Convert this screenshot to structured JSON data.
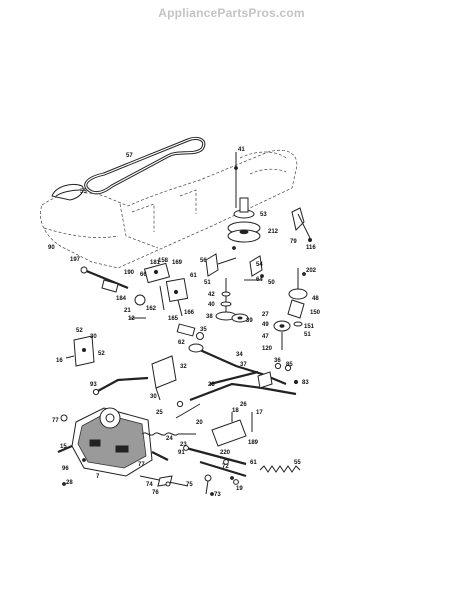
{
  "watermark": "AppliancePartsPros.com",
  "callouts": [
    {
      "id": "c57",
      "text": "57"
    },
    {
      "id": "c41",
      "text": "41"
    },
    {
      "id": "c55",
      "text": "55"
    },
    {
      "id": "c90",
      "text": "90"
    },
    {
      "id": "c53",
      "text": "53"
    },
    {
      "id": "c79",
      "text": "79"
    },
    {
      "id": "c212",
      "text": "212"
    },
    {
      "id": "c116",
      "text": "116"
    },
    {
      "id": "c197",
      "text": "197"
    },
    {
      "id": "c169",
      "text": "169"
    },
    {
      "id": "c181",
      "text": "181"
    },
    {
      "id": "c190",
      "text": "190"
    },
    {
      "id": "c66",
      "text": "66"
    },
    {
      "id": "c158",
      "text": "158"
    },
    {
      "id": "c56",
      "text": "56"
    },
    {
      "id": "c61",
      "text": "61"
    },
    {
      "id": "c54",
      "text": "54"
    },
    {
      "id": "c64",
      "text": "64"
    },
    {
      "id": "c202",
      "text": "202"
    },
    {
      "id": "c51a",
      "text": "51"
    },
    {
      "id": "c50",
      "text": "50"
    },
    {
      "id": "c184",
      "text": "184"
    },
    {
      "id": "c21",
      "text": "21"
    },
    {
      "id": "c162",
      "text": "162"
    },
    {
      "id": "c165",
      "text": "165"
    },
    {
      "id": "c166",
      "text": "166"
    },
    {
      "id": "c42",
      "text": "42"
    },
    {
      "id": "c40",
      "text": "40"
    },
    {
      "id": "c38",
      "text": "38"
    },
    {
      "id": "c39",
      "text": "39"
    },
    {
      "id": "c48",
      "text": "48"
    },
    {
      "id": "c150",
      "text": "150"
    },
    {
      "id": "c27",
      "text": "27"
    },
    {
      "id": "c151",
      "text": "151"
    },
    {
      "id": "c51b",
      "text": "51"
    },
    {
      "id": "c49",
      "text": "49"
    },
    {
      "id": "c47",
      "text": "47"
    },
    {
      "id": "c120",
      "text": "120"
    },
    {
      "id": "c12",
      "text": "12"
    },
    {
      "id": "c52a",
      "text": "52"
    },
    {
      "id": "c30a",
      "text": "30"
    },
    {
      "id": "c52b",
      "text": "52"
    },
    {
      "id": "c16",
      "text": "16"
    },
    {
      "id": "c35",
      "text": "35"
    },
    {
      "id": "c62",
      "text": "62"
    },
    {
      "id": "c34",
      "text": "34"
    },
    {
      "id": "c37",
      "text": "37"
    },
    {
      "id": "c36",
      "text": "36"
    },
    {
      "id": "c85",
      "text": "85"
    },
    {
      "id": "c83",
      "text": "83"
    },
    {
      "id": "c32",
      "text": "32"
    },
    {
      "id": "c93",
      "text": "93"
    },
    {
      "id": "c30b",
      "text": "30"
    },
    {
      "id": "c28",
      "text": "28"
    },
    {
      "id": "c26",
      "text": "26"
    },
    {
      "id": "c17",
      "text": "17"
    },
    {
      "id": "c77a",
      "text": "77"
    },
    {
      "id": "c15",
      "text": "15"
    },
    {
      "id": "c25",
      "text": "25"
    },
    {
      "id": "c24",
      "text": "24"
    },
    {
      "id": "c23",
      "text": "23"
    },
    {
      "id": "c20",
      "text": "20"
    },
    {
      "id": "c18",
      "text": "18"
    },
    {
      "id": "c189",
      "text": "189"
    },
    {
      "id": "c55b",
      "text": "55"
    },
    {
      "id": "c91",
      "text": "91"
    },
    {
      "id": "c220",
      "text": "220"
    },
    {
      "id": "c72",
      "text": "72"
    },
    {
      "id": "c61b",
      "text": "61"
    },
    {
      "id": "c96",
      "text": "96"
    },
    {
      "id": "c77b",
      "text": "77"
    },
    {
      "id": "c28b",
      "text": "28"
    },
    {
      "id": "c7",
      "text": "7"
    },
    {
      "id": "c74",
      "text": "74"
    },
    {
      "id": "c76",
      "text": "76"
    },
    {
      "id": "c75",
      "text": "75"
    },
    {
      "id": "c73",
      "text": "73"
    },
    {
      "id": "c19",
      "text": "19"
    }
  ]
}
